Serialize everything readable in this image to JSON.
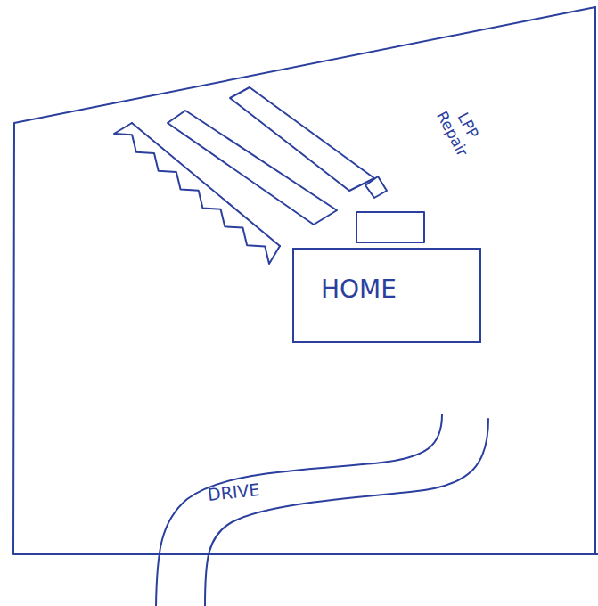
{
  "diagram": {
    "nodes": [
      {
        "text": [
          "HOME"
        ]
      }
    ],
    "labels": [
      "LPP Repair",
      "DRIVE"
    ]
  }
}
